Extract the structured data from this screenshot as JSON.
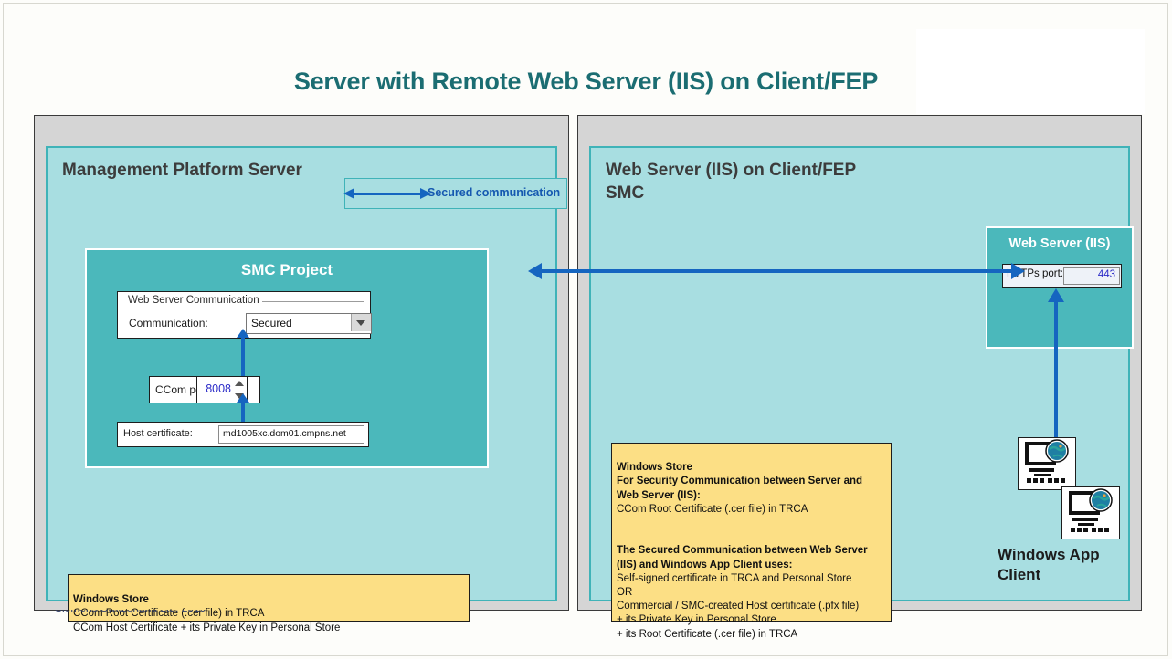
{
  "title": "Server with Remote Web Server (IIS) on Client/FEP",
  "colors": {
    "title": "#1b6d72",
    "panel_bg": "#a8dee1",
    "panel_border": "#3fb3b8",
    "inner_box": "#4bb8bb",
    "note_bg": "#fcdf85",
    "arrow": "#1565c0",
    "outer_bg": "#d5d5d5",
    "value_text": "#2c2cc8"
  },
  "legend": {
    "label": "Secured communication",
    "arrow_icon": "double-headed-arrow-icon"
  },
  "left_panel": {
    "heading": "Management Platform Server",
    "smc_project": {
      "title": "SMC Project",
      "groupbox": {
        "title": "Web Server Communication",
        "communication_label": "Communication:",
        "communication_value": "Secured",
        "dropdown_icon": "chevron-down-icon"
      },
      "ccom_port": {
        "label": "CCom port:",
        "value": "8008",
        "spinner_icon": "spinner-up-down-icon"
      },
      "host_certificate": {
        "label": "Host certificate:",
        "value": "md1005xc.dom01.cmpns.net"
      }
    },
    "note": {
      "heading": "Windows Store",
      "lines": "CCom Root Certificate (.cer file) in TRCA\nCCom Host Certificate + its Private Key in Personal Store"
    }
  },
  "right_panel": {
    "heading": "Web Server (IIS) on Client/FEP\nSMC",
    "iis_box": {
      "title": "Web Server (IIS)",
      "https_port_label": "HTTPs port:",
      "https_port_value": "443"
    },
    "note": {
      "heading": "Windows Store",
      "para1_heading": "For  Security Communication  between Server and\nWeb Server (IIS):",
      "para1_body": "CCom Root Certificate (.cer file) in TRCA",
      "para2_heading": "The  Secured Communication  between Web Server\n(IIS) and Windows App Client  uses:",
      "para2_body": "Self-signed certificate in TRCA  and Personal Store\nOR\nCommercial / SMC-created Host certificate (.pfx file)\n+   its Private Key in Personal Store\n+   its Root Certificate (.cer file) in TRCA"
    },
    "client": {
      "label": "Windows App\nClient",
      "icon": "computer-globe-icon"
    }
  },
  "footer": {
    "clipped_text": "Siemens Switzerland Ltd. 2019"
  }
}
